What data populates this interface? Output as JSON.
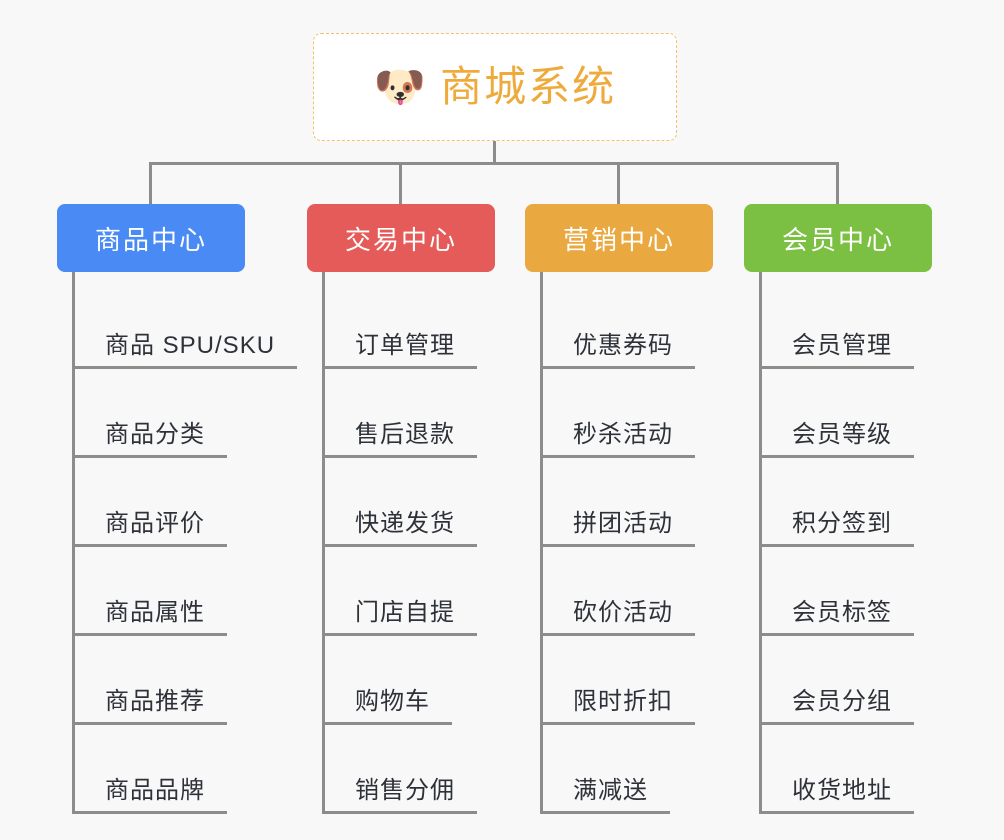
{
  "background_color": "#f8f8f8",
  "root": {
    "icon": "shiba-dog-emoji",
    "icon_glyph": "🐶",
    "title": "商城系统",
    "title_color": "#eeab3c",
    "border_color": "#f3c16a"
  },
  "connector_color": "#8c8c8c",
  "columns": [
    {
      "id": "product-center",
      "header": "商品中心",
      "color": "#4a8af4",
      "items": [
        "商品 SPU/SKU",
        "商品分类",
        "商品评价",
        "商品属性",
        "商品推荐",
        "商品品牌"
      ]
    },
    {
      "id": "trade-center",
      "header": "交易中心",
      "color": "#e45b59",
      "items": [
        "订单管理",
        "售后退款",
        "快递发货",
        "门店自提",
        "购物车",
        "销售分佣"
      ]
    },
    {
      "id": "marketing-center",
      "header": "营销中心",
      "color": "#eaa840",
      "items": [
        "优惠券码",
        "秒杀活动",
        "拼团活动",
        "砍价活动",
        "限时折扣",
        "满减送"
      ]
    },
    {
      "id": "member-center",
      "header": "会员中心",
      "color": "#7bc043",
      "items": [
        "会员管理",
        "会员等级",
        "积分签到",
        "会员标签",
        "会员分组",
        "收货地址"
      ]
    }
  ]
}
